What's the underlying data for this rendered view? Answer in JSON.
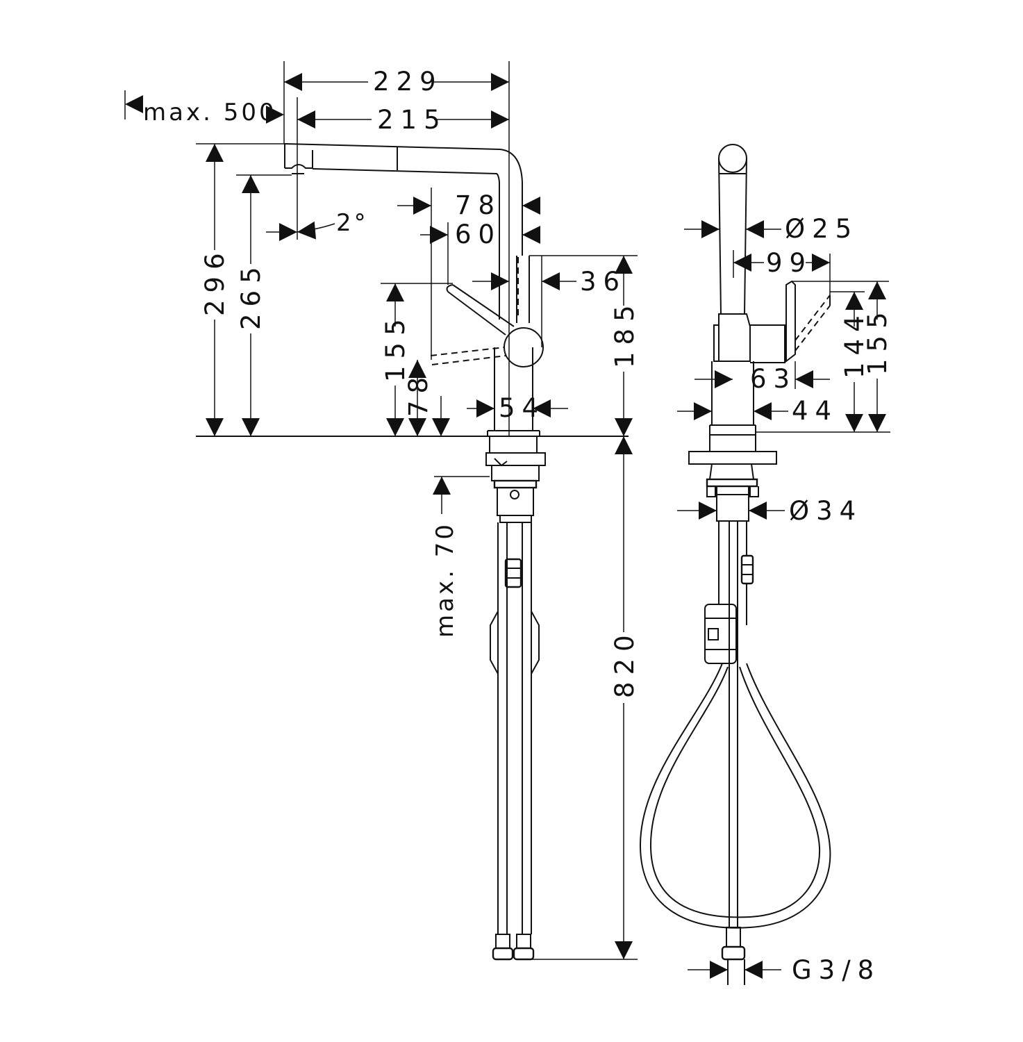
{
  "front_view": {
    "d_229": "229",
    "d_max500": "max. 500",
    "d_215": "215",
    "d_78_top": "78",
    "d_60": "60",
    "d_2deg": "2°",
    "d_296": "296",
    "d_265": "265",
    "d_36": "36",
    "d_185": "185",
    "d_155": "155",
    "d_78_side": "78",
    "d_54": "54",
    "d_max70": "max. 70",
    "d_820": "820"
  },
  "side_view": {
    "d_dia25": "Ø25",
    "d_99": "99",
    "d_144": "144",
    "d_155": "155",
    "d_63": "63",
    "d_44": "44",
    "d_dia34": "Ø34",
    "d_g38": "G3/8"
  }
}
